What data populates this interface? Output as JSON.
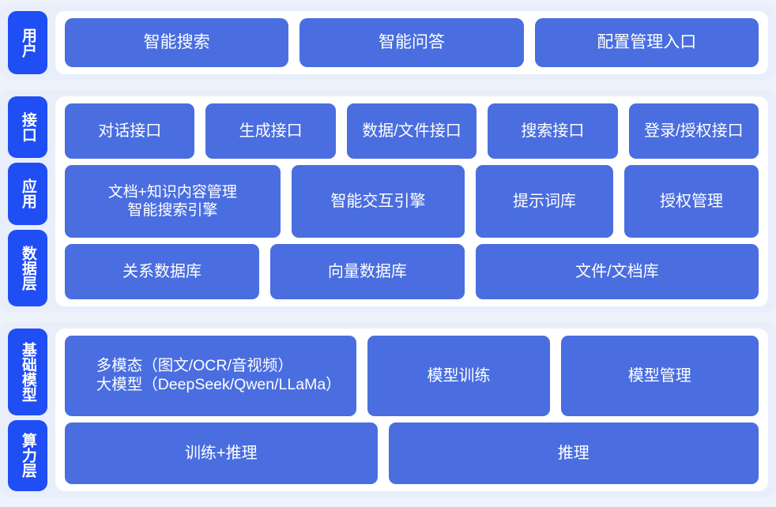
{
  "theme": {
    "page_background": "#eef2fa",
    "section_background": "#e9eefb",
    "panel_background": "#ffffff",
    "tab_color": "#1f4ef5",
    "box_color": "#4a6ee0",
    "text_color": "#ffffff"
  },
  "sections": [
    {
      "id": "user",
      "tabs": [
        "用户"
      ],
      "rows": [
        {
          "boxes": [
            {
              "label": "智能搜索",
              "flex": 1
            },
            {
              "label": "智能问答",
              "flex": 1
            },
            {
              "label": "配置管理入口",
              "flex": 1
            }
          ]
        }
      ]
    },
    {
      "id": "platform",
      "tabs": [
        "接口",
        "应用",
        "数据层"
      ],
      "rows": [
        {
          "boxes": [
            {
              "label": "对话接口",
              "flex": 1
            },
            {
              "label": "生成接口",
              "flex": 1
            },
            {
              "label": "数据/文件接口",
              "flex": 1
            },
            {
              "label": "搜索接口",
              "flex": 1
            },
            {
              "label": "登录/授权接口",
              "flex": 1
            }
          ]
        },
        {
          "boxes": [
            {
              "label": "文档+知识内容管理\n智能搜索引擎",
              "flex": 1.32
            },
            {
              "label": "智能交互引擎",
              "flex": 1.05
            },
            {
              "label": "提示词库",
              "flex": 0.82
            },
            {
              "label": "授权管理",
              "flex": 0.8
            }
          ]
        },
        {
          "boxes": [
            {
              "label": "关系数据库",
              "flex": 1
            },
            {
              "label": "向量数据库",
              "flex": 1
            },
            {
              "label": "文件/文档库",
              "flex": 1.48
            }
          ]
        }
      ]
    },
    {
      "id": "foundation",
      "tabs": [
        "基础模型",
        "算力层"
      ],
      "rows": [
        {
          "boxes": [
            {
              "label": "多模态（图文/OCR/音视频）\n大模型（DeepSeek/Qwen/LLaMa）",
              "flex": 1.5
            },
            {
              "label": "模型训练",
              "flex": 0.97
            },
            {
              "label": "模型管理",
              "flex": 1.06
            }
          ]
        },
        {
          "boxes": [
            {
              "label": "训练+推理",
              "flex": 1
            },
            {
              "label": "推理",
              "flex": 1.19
            }
          ]
        }
      ]
    }
  ]
}
